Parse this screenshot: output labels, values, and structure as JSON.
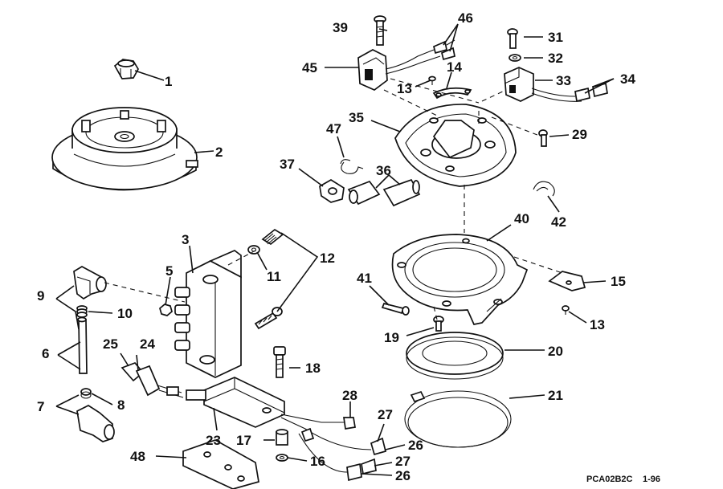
{
  "callouts": {
    "c1": "1",
    "c2": "2",
    "c3": "3",
    "c5": "5",
    "c6": "6",
    "c7": "7",
    "c8": "8",
    "c9": "9",
    "c10": "10",
    "c11": "11",
    "c12": "12",
    "c13a": "13",
    "c13b": "13",
    "c14": "14",
    "c15": "15",
    "c16": "16",
    "c17": "17",
    "c18": "18",
    "c19": "19",
    "c20": "20",
    "c21": "21",
    "c23": "23",
    "c24": "24",
    "c25": "25",
    "c26a": "26",
    "c26b": "26",
    "c27a": "27",
    "c27b": "27",
    "c28": "28",
    "c29": "29",
    "c31": "31",
    "c32": "32",
    "c33": "33",
    "c34": "34",
    "c35": "35",
    "c36": "36",
    "c37": "37",
    "c39": "39",
    "c40": "40",
    "c41": "41",
    "c42": "42",
    "c45": "45",
    "c46": "46",
    "c47": "47",
    "c48": "48"
  },
  "footer": {
    "code": "PCA02B2C",
    "date": "1-96"
  }
}
